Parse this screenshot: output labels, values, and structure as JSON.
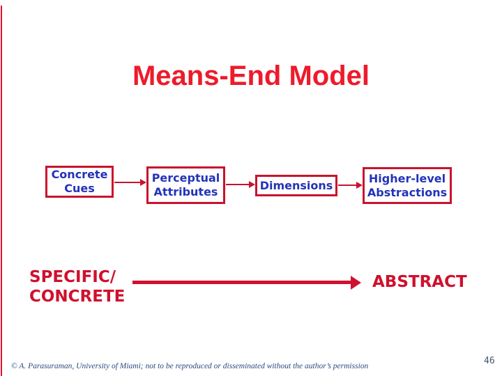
{
  "slide": {
    "title": "Means-End Model",
    "diagram": {
      "boxes": [
        {
          "label": "Concrete Cues"
        },
        {
          "label": "Perceptual Attributes"
        },
        {
          "label": "Dimensions"
        },
        {
          "label": "Higher-level Abstractions"
        }
      ],
      "arrow_icons": [
        "arrow-concrete-cues-to-perceptual-attributes",
        "arrow-perceptual-attributes-to-dimensions",
        "arrow-dimensions-to-higher-level-abstractions"
      ]
    },
    "continuum": {
      "left_label_line1": "SPECIFIC/",
      "left_label_line2": "CONCRETE",
      "right_label": "ABSTRACT",
      "arrow_icon": "specific-to-abstract-arrow"
    },
    "footer": {
      "copyright": "© A. Parasuraman, University of Miami; not to be reproduced or disseminated without the author’s permission",
      "page_number": "46"
    },
    "colors": {
      "title_red": "#ed1b2b",
      "box_border_crimson": "#c9132d",
      "label_red": "#cf102e",
      "box_text_blue": "#2333b8",
      "footer_navy": "#2b4a7e",
      "page_number_gray": "#44566b",
      "background": "#ffffff"
    }
  }
}
